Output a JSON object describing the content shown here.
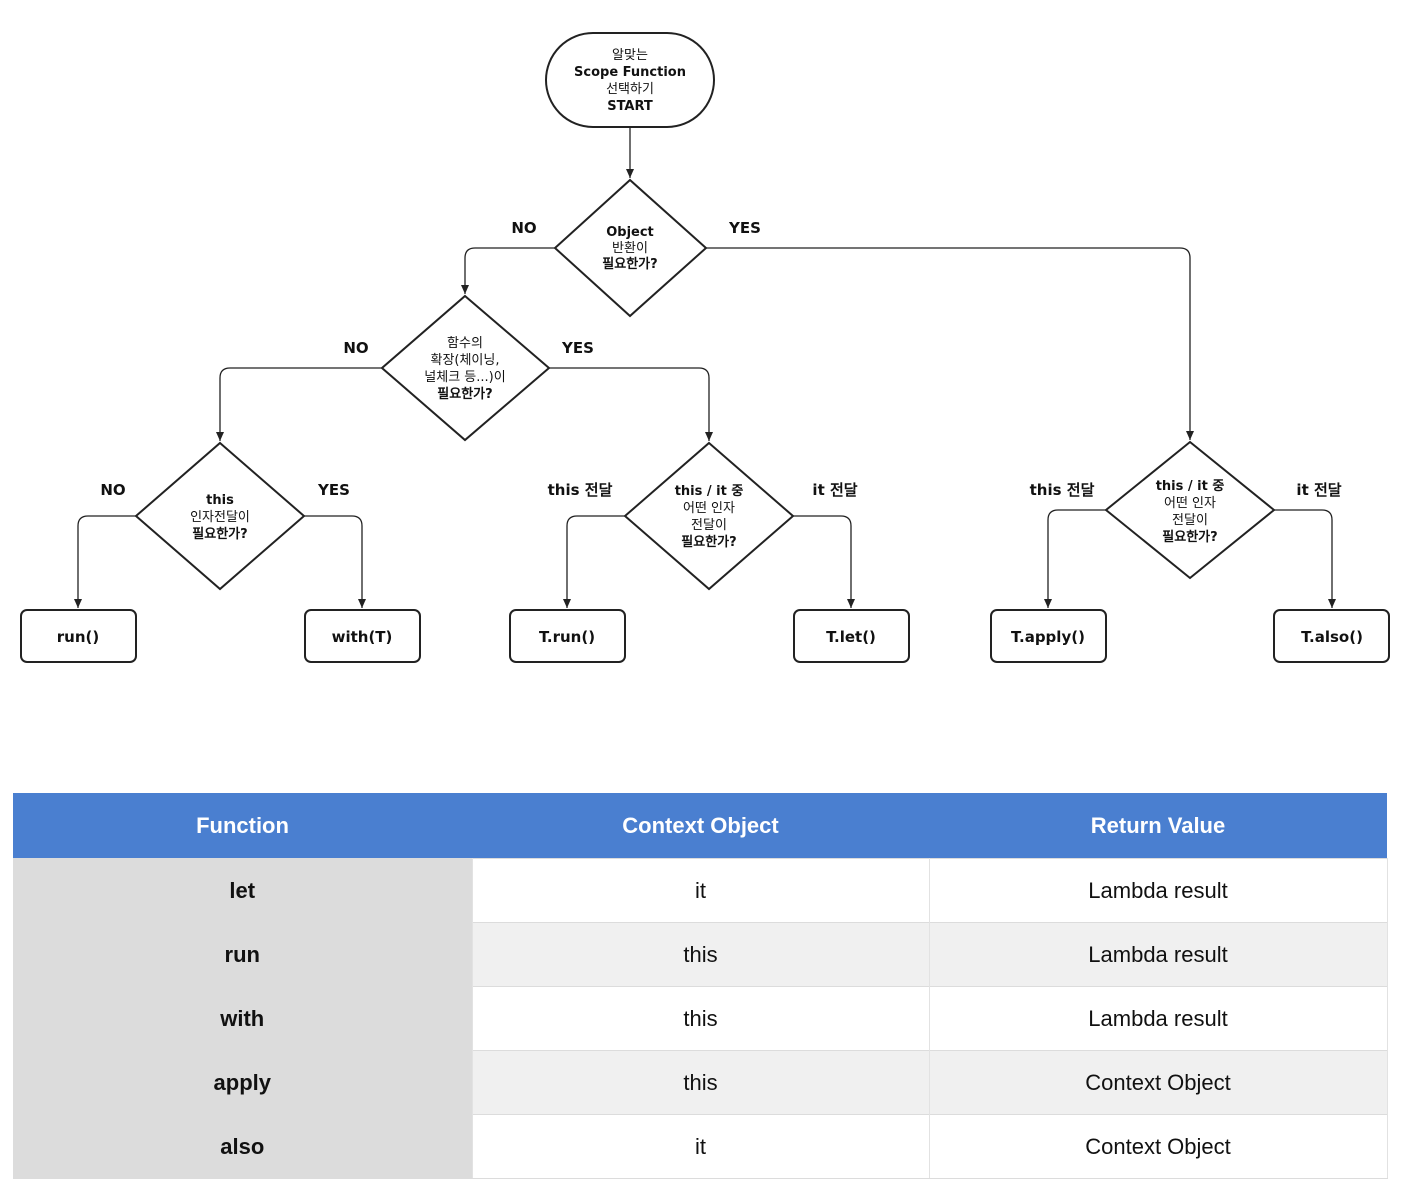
{
  "flowchart": {
    "start": [
      "알맞는",
      "Scope Function",
      "선택하기",
      "START"
    ],
    "q_object": [
      "Object",
      "반환이",
      "필요한가?"
    ],
    "q_extension": [
      "함수의",
      "확장(체이닝,",
      "널체크 등...)이",
      "필요한가?"
    ],
    "q_this_arg": [
      "this",
      "인자전달이",
      "필요한가?"
    ],
    "q_this_it_mid": [
      "this / it 중",
      "어떤 인자",
      "전달이",
      "필요한가?"
    ],
    "q_this_it_right": [
      "this / it 중",
      "어떤 인자",
      "전달이",
      "필요한가?"
    ],
    "labels": {
      "obj_no": "NO",
      "obj_yes": "YES",
      "ext_no": "NO",
      "ext_yes": "YES",
      "this_no": "NO",
      "this_yes": "YES",
      "mid_this": "this 전달",
      "mid_it": "it 전달",
      "right_this": "this 전달",
      "right_it": "it 전달"
    },
    "terminals": {
      "run": "run()",
      "with": "with(T)",
      "t_run": "T.run()",
      "t_let": "T.let()",
      "t_apply": "T.apply()",
      "t_also": "T.also()"
    }
  },
  "table": {
    "headers": [
      "Function",
      "Context Object",
      "Return Value"
    ],
    "rows": [
      [
        "let",
        "it",
        "Lambda result"
      ],
      [
        "run",
        "this",
        "Lambda result"
      ],
      [
        "with",
        "this",
        "Lambda result"
      ],
      [
        "apply",
        "this",
        "Context Object"
      ],
      [
        "also",
        "it",
        "Context Object"
      ]
    ]
  },
  "colors": {
    "header_bg": "#4a7fd0",
    "function_col_bg": "#dcdcdc",
    "line": "#222222"
  }
}
